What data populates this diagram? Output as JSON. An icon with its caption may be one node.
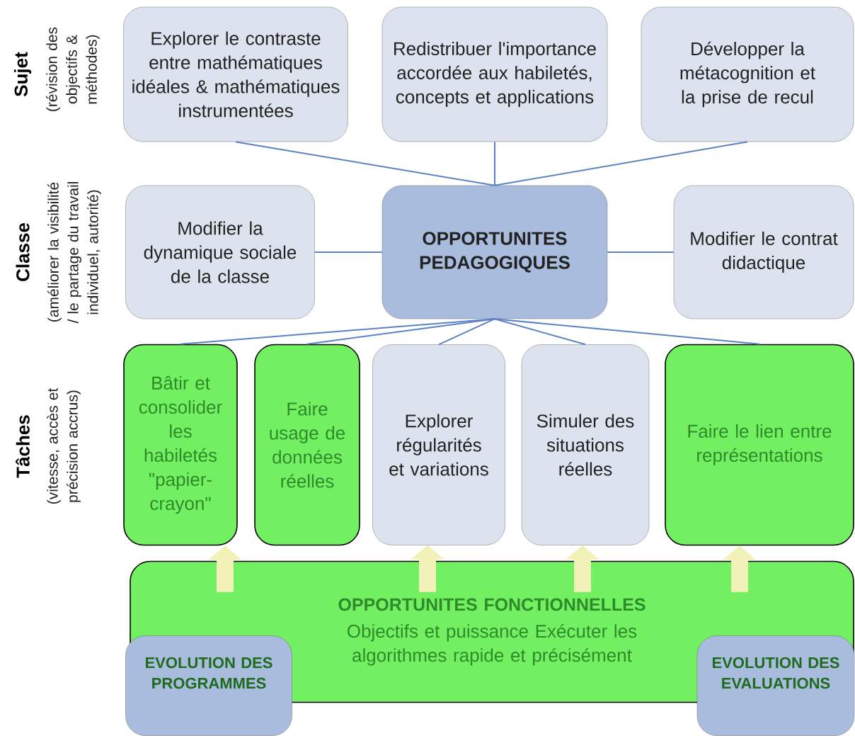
{
  "diagram": {
    "nodes": [
      {
        "text": [
          "Explorer le contraste entre mathématiques idéales & mathématiques instrumentées"
        ]
      },
      {
        "text": [
          "Redistribuer l'importance accordée aux habiletés, concepts et applications"
        ]
      },
      {
        "text": [
          "Développer la métacognition et la prise de recul"
        ]
      },
      {
        "text": [
          "Modifier la dynamique sociale de la classe"
        ]
      },
      {
        "text": [
          "OPPORTUNITES PEDAGOGIQUES"
        ]
      },
      {
        "text": [
          "Modifier le contrat didactique"
        ]
      },
      {
        "text": [
          "Bâtir et consolider les habiletés \"papier-crayon\""
        ]
      },
      {
        "text": [
          "Faire usage de données réelles"
        ]
      },
      {
        "text": [
          "Explorer régularités et variations"
        ]
      },
      {
        "text": [
          "Simuler des situations réelles"
        ]
      },
      {
        "text": [
          "Faire le lien entre représentations"
        ]
      },
      {
        "text": [
          "OPPORTUNITES FONCTIONNELLES",
          "Objectifs et puissance Exécuter les algorithmes rapide et précisément"
        ]
      },
      {
        "text": [
          "EVOLUTION DES PROGRAMMES"
        ]
      },
      {
        "text": [
          "EVOLUTION DES EVALUATIONS"
        ]
      }
    ],
    "edges": [
      {
        "from": 4,
        "to": 0,
        "arrow": "none"
      },
      {
        "from": 4,
        "to": 1,
        "arrow": "none"
      },
      {
        "from": 4,
        "to": 2,
        "arrow": "none"
      },
      {
        "from": 4,
        "to": 3,
        "arrow": "none"
      },
      {
        "from": 4,
        "to": 5,
        "arrow": "none"
      },
      {
        "from": 4,
        "to": 6,
        "arrow": "none"
      },
      {
        "from": 4,
        "to": 7,
        "arrow": "none"
      },
      {
        "from": 4,
        "to": 8,
        "arrow": "none"
      },
      {
        "from": 4,
        "to": 9,
        "arrow": "none"
      },
      {
        "from": 4,
        "to": 10,
        "arrow": "none"
      },
      {
        "from": 11,
        "to": 6,
        "arrow": "to",
        "style": "thick",
        "color": "#f2f2b8"
      },
      {
        "from": 11,
        "to": 8,
        "arrow": "to",
        "style": "thick",
        "color": "#f2f2b8"
      },
      {
        "from": 11,
        "to": 9,
        "arrow": "to",
        "style": "thick",
        "color": "#f2f2b8"
      },
      {
        "from": 11,
        "to": 10,
        "arrow": "to",
        "style": "thick",
        "color": "#f2f2b8"
      }
    ],
    "labels": [
      "Sujet",
      "(révision des objectifs & méthodes)",
      "Classe",
      "(améliorer la visibilité / le partage du travail individuel, autorité)",
      "Tâches",
      "(vitesse, accès et précision accrus)"
    ]
  }
}
